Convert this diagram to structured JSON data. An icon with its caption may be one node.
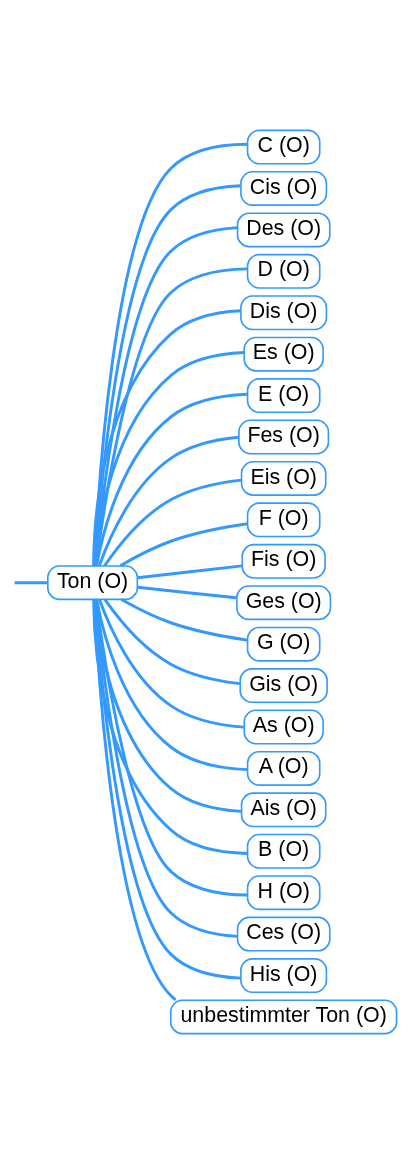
{
  "diagram": {
    "nodes": [
      {
        "text": [
          "Ton (O)"
        ]
      },
      {
        "text": [
          "C (O)"
        ]
      },
      {
        "text": [
          "Cis (O)"
        ]
      },
      {
        "text": [
          "Des (O)"
        ]
      },
      {
        "text": [
          "D (O)"
        ]
      },
      {
        "text": [
          "Dis (O)"
        ]
      },
      {
        "text": [
          "Es (O)"
        ]
      },
      {
        "text": [
          "E (O)"
        ]
      },
      {
        "text": [
          "Fes (O)"
        ]
      },
      {
        "text": [
          "Eis (O)"
        ]
      },
      {
        "text": [
          "F (O)"
        ]
      },
      {
        "text": [
          "Fis (O)"
        ]
      },
      {
        "text": [
          "Ges (O)"
        ]
      },
      {
        "text": [
          "G (O)"
        ]
      },
      {
        "text": [
          "Gis (O)"
        ]
      },
      {
        "text": [
          "As (O)"
        ]
      },
      {
        "text": [
          "A (O)"
        ]
      },
      {
        "text": [
          "Ais (O)"
        ]
      },
      {
        "text": [
          "B (O)"
        ]
      },
      {
        "text": [
          "H (O)"
        ]
      },
      {
        "text": [
          "Ces (O)"
        ]
      },
      {
        "text": [
          "His (O)"
        ]
      },
      {
        "text": [
          "unbestimmter Ton (O)"
        ]
      }
    ],
    "edges": [
      {
        "from": null,
        "to": 0,
        "arrow": "none"
      },
      {
        "from": 0,
        "to": 1,
        "arrow": "none"
      },
      {
        "from": 0,
        "to": 2,
        "arrow": "none"
      },
      {
        "from": 0,
        "to": 3,
        "arrow": "none"
      },
      {
        "from": 0,
        "to": 4,
        "arrow": "none"
      },
      {
        "from": 0,
        "to": 5,
        "arrow": "none"
      },
      {
        "from": 0,
        "to": 6,
        "arrow": "none"
      },
      {
        "from": 0,
        "to": 7,
        "arrow": "none"
      },
      {
        "from": 0,
        "to": 8,
        "arrow": "none"
      },
      {
        "from": 0,
        "to": 9,
        "arrow": "none"
      },
      {
        "from": 0,
        "to": 10,
        "arrow": "none"
      },
      {
        "from": 0,
        "to": 11,
        "arrow": "none"
      },
      {
        "from": 0,
        "to": 12,
        "arrow": "none"
      },
      {
        "from": 0,
        "to": 13,
        "arrow": "none"
      },
      {
        "from": 0,
        "to": 14,
        "arrow": "none"
      },
      {
        "from": 0,
        "to": 15,
        "arrow": "none"
      },
      {
        "from": 0,
        "to": 16,
        "arrow": "none"
      },
      {
        "from": 0,
        "to": 17,
        "arrow": "none"
      },
      {
        "from": 0,
        "to": 18,
        "arrow": "none"
      },
      {
        "from": 0,
        "to": 19,
        "arrow": "none"
      },
      {
        "from": 0,
        "to": 20,
        "arrow": "none"
      },
      {
        "from": 0,
        "to": 21,
        "arrow": "none"
      },
      {
        "from": 0,
        "to": 22,
        "arrow": "none"
      }
    ]
  }
}
